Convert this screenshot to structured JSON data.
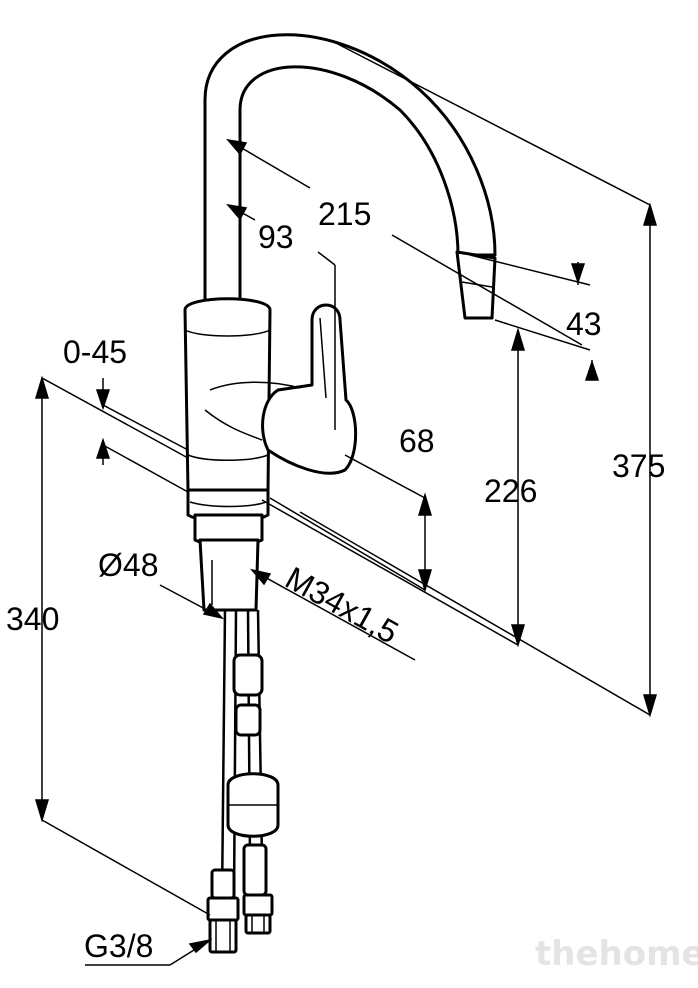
{
  "drawing": {
    "dimensions": {
      "spout_reach": "215",
      "lever_offset": "93",
      "outlet_height": "43",
      "swivel_range": "0-45",
      "lever_height": "68",
      "spout_clearance": "226",
      "overall_height": "375",
      "diameter": "Ø48",
      "thread": "M34x1,5",
      "below_deck_length": "340",
      "connection": "G3/8"
    },
    "watermark": "thehome"
  }
}
